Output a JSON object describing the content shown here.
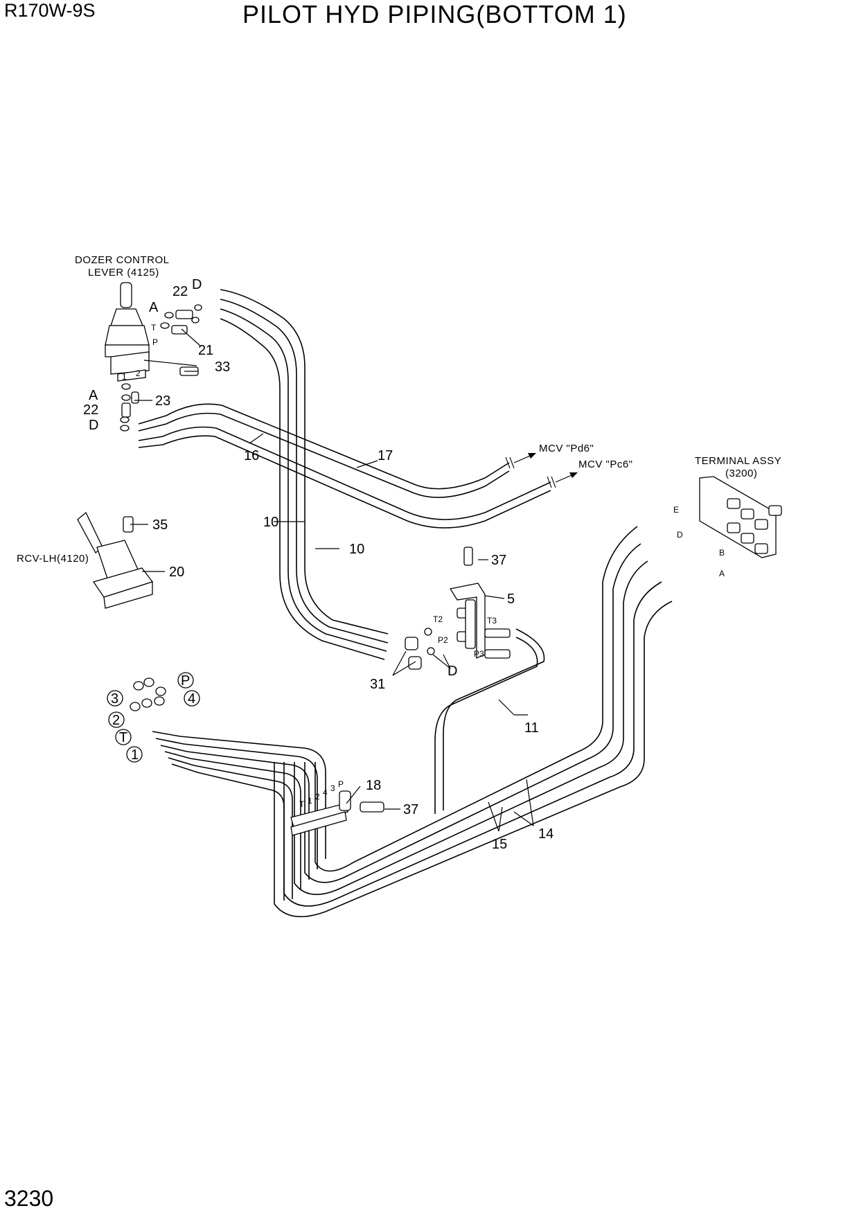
{
  "header": {
    "model": "R170W-9S",
    "title": "PILOT HYD PIPING(BOTTOM 1)",
    "page_number": "3230"
  },
  "labels": {
    "dozer_control_line1": "DOZER CONTROL",
    "dozer_control_line2": "LEVER (4125)",
    "rcv_lh": "RCV-LH(4120)",
    "terminal_assy_line1": "TERMINAL ASSY",
    "terminal_assy_line2": "(3200)",
    "mcv_pd6": "MCV \"Pd6\"",
    "mcv_pc6": "MCV \"Pc6\""
  },
  "part_numbers": {
    "p1": "1",
    "p2": "2",
    "p3": "3",
    "p4": "4",
    "p5": "5",
    "p10a": "10",
    "p10b": "10",
    "p11": "11",
    "p14": "14",
    "p15": "15",
    "p16": "16",
    "p17": "17",
    "p18": "18",
    "p20": "20",
    "p21": "21",
    "p22a": "22",
    "p22b": "22",
    "p23": "23",
    "p31": "31",
    "p33": "33",
    "p35": "35",
    "p37a": "37",
    "p37b": "37"
  },
  "port_letters": {
    "a1": "A",
    "a2": "A",
    "d1": "D",
    "d2": "D",
    "d3": "D",
    "p_circle": "P",
    "t_circle": "T",
    "term_e": "E",
    "term_d": "D",
    "term_b": "B",
    "term_a": "A",
    "t2": "T2",
    "t3": "T3",
    "p2": "P2",
    "p3": "P3",
    "clamp_t": "T",
    "clamp_1": "1",
    "clamp_2": "2",
    "clamp_4": "4",
    "clamp_3": "3",
    "clamp_p": "P",
    "lever_t": "T",
    "lever_p": "P",
    "lever_1": "1",
    "lever_2": "2"
  }
}
